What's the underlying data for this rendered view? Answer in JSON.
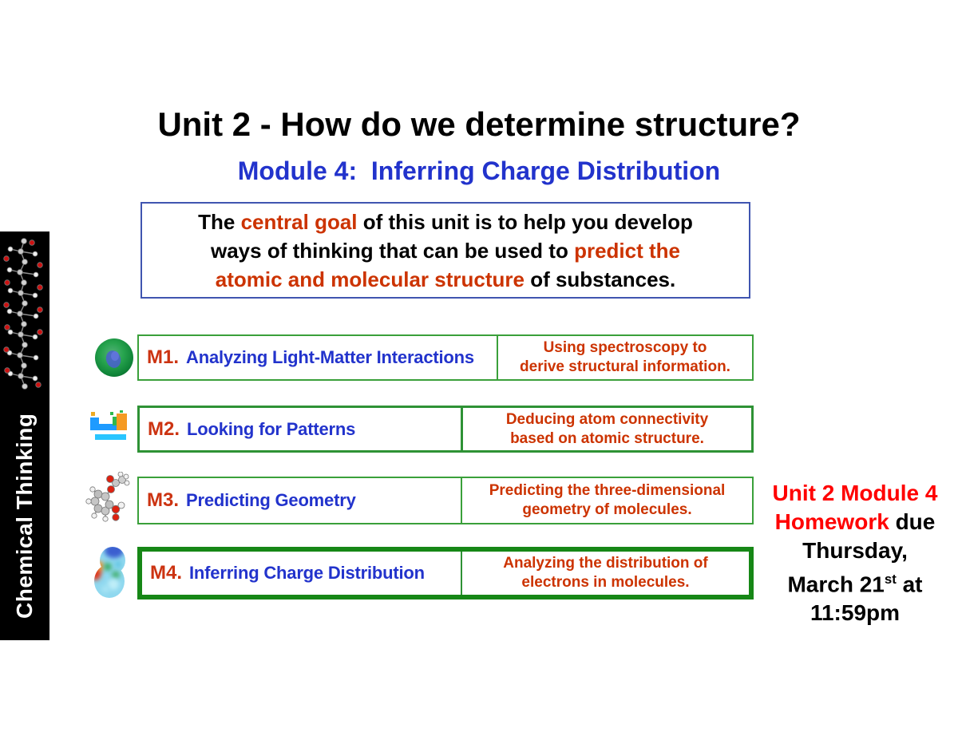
{
  "colors": {
    "accent_orange": "#CC3300",
    "accent_blue": "#2233CC",
    "homework_red": "#FF0000",
    "row_border_green": "#3AA03A",
    "highlight_border_green": "#168716",
    "goal_box_border_blue": "#4055B0",
    "sidebar_bg": "#000000",
    "sidebar_text": "#FFFFFF"
  },
  "sidebar": {
    "brand": "Chemical Thinking",
    "molecule_icon": "polymer-helix-molecule"
  },
  "header": {
    "title": "Unit 2 - How do we determine structure?",
    "subtitle": "Module 4:  Inferring Charge Distribution"
  },
  "goal_box": {
    "line1_a": "The ",
    "line1_b": "central goal",
    "line1_c": " of this unit is to help you develop",
    "line2_a": "ways of thinking that can be used to ",
    "line2_b": "predict the",
    "line3_a": "atomic and molecular structure",
    "line3_b": " of substances."
  },
  "modules": [
    {
      "code": "M1.",
      "name": "Analyzing Light-Matter Interactions",
      "desc1": "Using spectroscopy to",
      "desc2": "derive structural information.",
      "icon": "electron-density-sphere-icon",
      "highlighted": false
    },
    {
      "code": "M2.",
      "name": "Looking for Patterns",
      "desc1": "Deducing atom connectivity",
      "desc2": "based on atomic structure.",
      "icon": "periodic-table-icon",
      "highlighted": false
    },
    {
      "code": "M3.",
      "name": "Predicting Geometry",
      "desc1": "Predicting the three-dimensional",
      "desc2": "geometry of molecules.",
      "icon": "ball-and-stick-molecule-icon",
      "highlighted": false
    },
    {
      "code": "M4.",
      "name": "Inferring Charge Distribution",
      "desc1": "Analyzing the distribution of",
      "desc2": "electrons in molecules.",
      "icon": "electrostatic-potential-map-icon",
      "highlighted": true
    }
  ],
  "homework": {
    "line1": "Unit 2 Module 4",
    "line2_red": "Homework",
    "line2_black": " due",
    "line3": "Thursday,",
    "line4_a": "March 21",
    "line4_sup": "st",
    "line4_b": " at",
    "line5": "11:59pm"
  }
}
